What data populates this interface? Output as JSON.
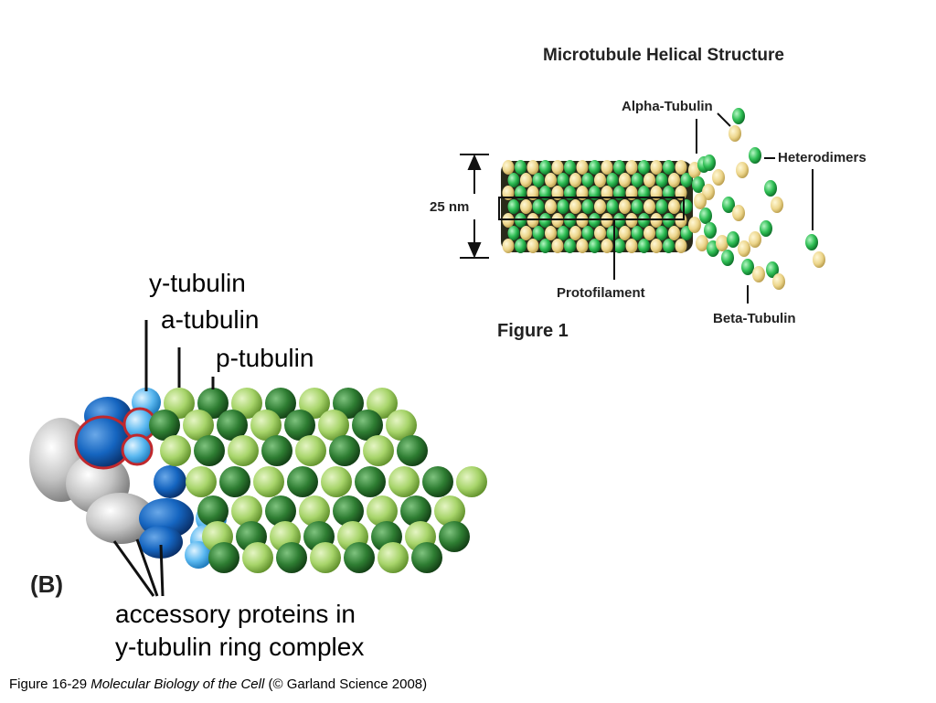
{
  "figure1": {
    "title": "Microtubule Helical Structure",
    "caption": "Figure 1",
    "labels": {
      "alpha": "Alpha-Tubulin",
      "heterodimers": "Heterodimers",
      "diameter": "25 nm",
      "protofilament": "Protofilament",
      "beta": "Beta-Tubulin"
    },
    "colors": {
      "alpha": "#f2dd93",
      "beta": "#2fbf55"
    }
  },
  "figureB": {
    "panel_label": "(B)",
    "labels": {
      "gamma": "y-tubulin",
      "alpha": "a-tubulin",
      "beta": "p-tubulin",
      "accessory_line1": "accessory proteins in",
      "accessory_line2": "y-tubulin ring complex"
    },
    "colors": {
      "light_green": "#a7d46a",
      "dark_green": "#2e7d32",
      "light_blue": "#5ab8f0",
      "dark_blue": "#1565c0",
      "gray": "#b5b5b5",
      "outline": "#c0282d"
    }
  },
  "caption": {
    "prefix": "Figure 16-29 ",
    "book": "Molecular Biology of the Cell",
    "suffix": " (© Garland Science 2008)"
  }
}
